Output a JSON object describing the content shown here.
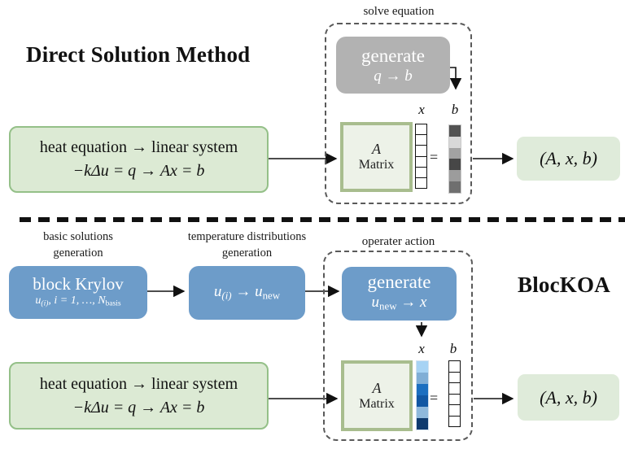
{
  "colors": {
    "green_fill": "#dcead4",
    "green_border": "#94c088",
    "output_fill": "#dfebda",
    "matrix_fill": "#edf2e8",
    "matrix_border": "#a8bd8e",
    "blue_box": "#6d9cc9",
    "gray_box": "#b2b2b2",
    "dashed_border": "#5a5a5a",
    "arrow": "#111111"
  },
  "top_section": {
    "title": "Direct Solution Method",
    "heat_box": {
      "line1": "heat equation → linear system",
      "line2": "−kΔu = q → Ax = b"
    },
    "solve_group": {
      "label": "solve equation",
      "generate_box": {
        "line1": "generate",
        "line2": "q → b"
      },
      "matrix_box": {
        "line1": "A",
        "line2": "Matrix"
      },
      "x_label": "x",
      "b_label": "b",
      "equals": "=",
      "x_cells": [
        "#ffffff",
        "#ffffff",
        "#ffffff",
        "#ffffff",
        "#ffffff",
        "#ffffff"
      ],
      "b_cells": [
        "#525252",
        "#d8d8d8",
        "#a2a2a2",
        "#474747",
        "#9c9c9c",
        "#6f6f6f"
      ]
    },
    "output_box": {
      "label": "(A, x, b)"
    }
  },
  "bottom_section": {
    "title": "BlocKOA",
    "krylov_label_line1": "basic solutions",
    "krylov_label_line2": "generation",
    "krylov_box": {
      "title": "block Krylov",
      "m_u": "u",
      "m_sub_i": "(i)",
      "m_mid": ", i = 1, …, N",
      "m_sub_basis": "basis"
    },
    "dist_label_line1": "temperature distributions",
    "dist_label_line2": "generation",
    "dist_box": {
      "m_u1": "u",
      "m_sub1": "(i)",
      "m_arrow": " → ",
      "m_u2": "u",
      "m_sub2": "new"
    },
    "operator_group": {
      "label": "operater action",
      "generate_box": {
        "line1": "generate",
        "m_u": "u",
        "m_sub": "new",
        "m_arrow": " → ",
        "m_x": "x"
      },
      "matrix_box": {
        "line1": "A",
        "line2": "Matrix"
      },
      "x_label": "x",
      "b_label": "b",
      "equals": "=",
      "x_cells": [
        "#a7d3f4",
        "#80aed6",
        "#1c6fc0",
        "#1157a3",
        "#8fb9dc",
        "#0e3a6e"
      ],
      "b_cells": [
        "#ffffff",
        "#ffffff",
        "#ffffff",
        "#ffffff",
        "#ffffff",
        "#ffffff"
      ]
    },
    "heat_box": {
      "line1": "heat equation → linear system",
      "line2": "−kΔu = q → Ax = b"
    },
    "output_box": {
      "label": "(A, x, b)"
    }
  }
}
